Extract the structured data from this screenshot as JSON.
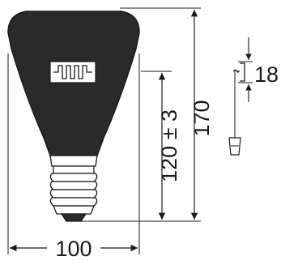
{
  "drawing": {
    "dimensions": {
      "overall_height": "170",
      "light_center_length": "120 ± 3",
      "diameter": "100",
      "detail_size": "18"
    }
  }
}
